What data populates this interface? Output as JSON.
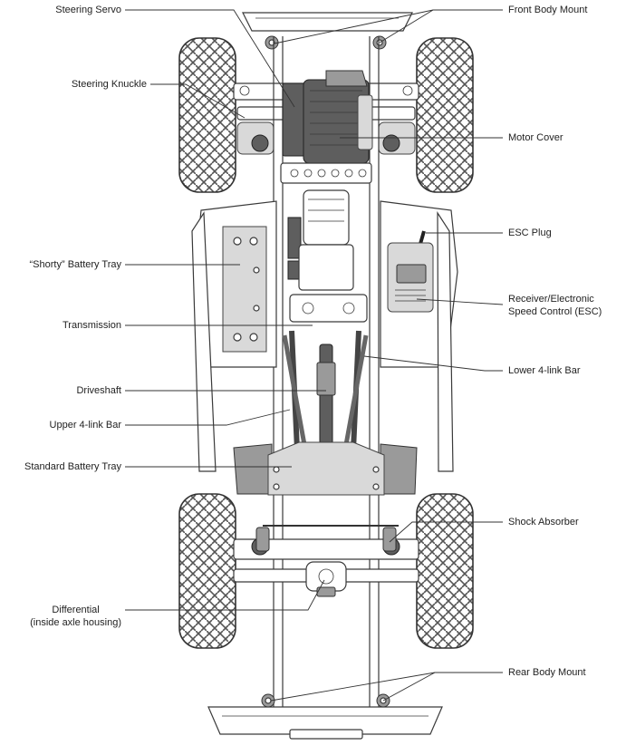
{
  "labels": {
    "steering_servo": "Steering Servo",
    "steering_knuckle": "Steering Knuckle",
    "shorty_battery_tray": "“Shorty” Battery Tray",
    "transmission": "Transmission",
    "driveshaft": "Driveshaft",
    "upper_4link_bar": "Upper 4-link Bar",
    "standard_battery_tray": "Standard Battery Tray",
    "differential_line1": "Differential",
    "differential_line2": "(inside axle housing)",
    "front_body_mount": "Front Body Mount",
    "motor_cover": "Motor Cover",
    "esc_plug": "ESC Plug",
    "receiver_esc_line1": "Receiver/Electronic",
    "receiver_esc_line2": "Speed Control (ESC)",
    "lower_4link_bar": "Lower 4-link Bar",
    "shock_absorber": "Shock Absorber",
    "rear_body_mount": "Rear Body Mount"
  },
  "colors": {
    "line": "#3a3a3a",
    "light_gray": "#d9d9d9",
    "mid_gray": "#9a9a9a",
    "dark_gray": "#5e5e5e",
    "background": "#ffffff"
  }
}
